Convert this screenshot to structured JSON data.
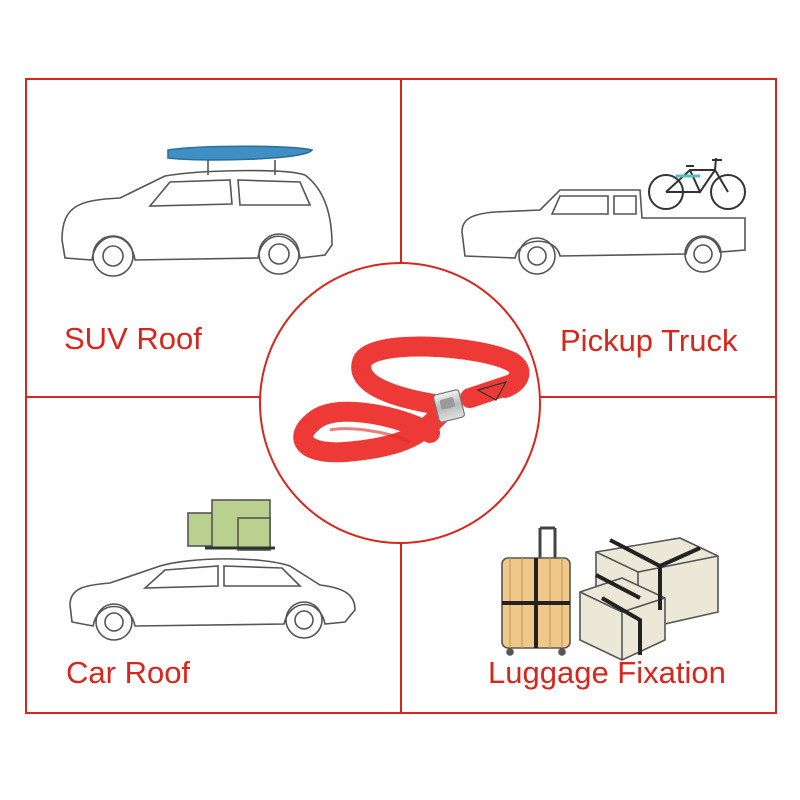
{
  "panels": {
    "suv_roof": {
      "label": "SUV Roof",
      "illustration": "suv-with-surfboard-icon"
    },
    "pickup_truck": {
      "label": "Pickup Truck",
      "illustration": "pickup-truck-with-bicycle-icon"
    },
    "car_roof": {
      "label": "Car Roof",
      "illustration": "sedan-with-boxes-icon"
    },
    "luggage_fixation": {
      "label": "Luggage Fixation",
      "illustration": "strapped-luggage-icon"
    }
  },
  "center": {
    "illustration": "red-cam-buckle-strap-icon"
  },
  "colors": {
    "frame": "#d9261c",
    "label": "#d9261c",
    "strap": "#ee3a36",
    "outline": "#555555",
    "surfboard": "#3f8fc4",
    "box": "#b9d08f",
    "suitcase": "#f0c98a",
    "crate": "#ece8d8"
  }
}
